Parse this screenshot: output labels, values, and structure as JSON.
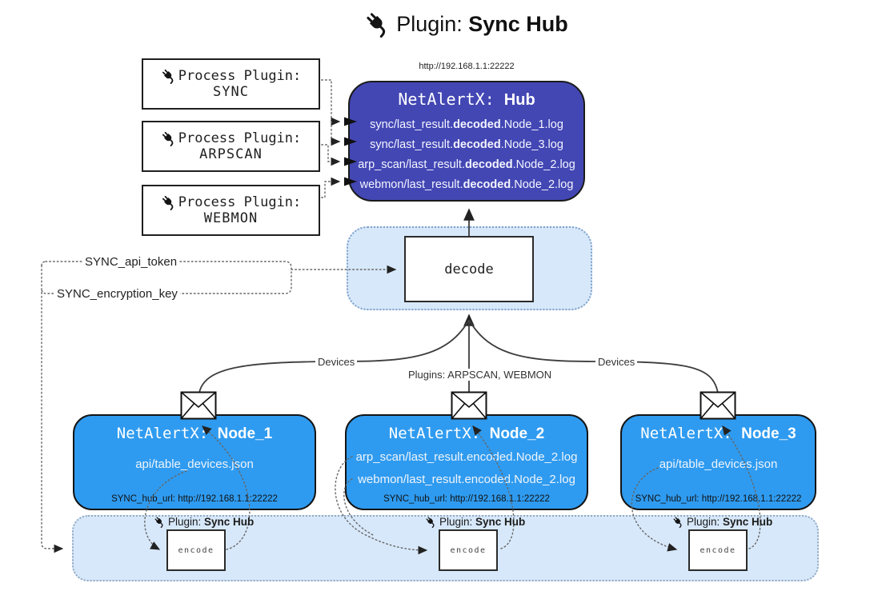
{
  "title": {
    "prefix": "Plugin:",
    "name": "Sync Hub"
  },
  "colors": {
    "hub_box": "#4347b4",
    "node_box": "#2f9bf0",
    "panel": "#d7e8fa",
    "ink": "#1a1a1a"
  },
  "icons": {
    "plug": "plug-icon",
    "envelope": "envelope-icon"
  },
  "process_plugins": [
    {
      "label": "Process Plugin:",
      "name": "SYNC"
    },
    {
      "label": "Process Plugin:",
      "name": "ARPSCAN"
    },
    {
      "label": "Process Plugin:",
      "name": "WEBMON"
    }
  ],
  "hub": {
    "url": "http://192.168.1.1:22222",
    "title_prefix": "NetAlertX: ",
    "title_name": "Hub",
    "files": [
      {
        "pre": "sync/last_result.",
        "bold": "decoded",
        "post": ".Node_1.log"
      },
      {
        "pre": "sync/last_result.",
        "bold": "decoded",
        "post": ".Node_3.log"
      },
      {
        "pre": "arp_scan/last_result.",
        "bold": "decoded",
        "post": ".Node_2.log"
      },
      {
        "pre": "webmon/last_result.",
        "bold": "decoded",
        "post": ".Node_2.log"
      }
    ]
  },
  "decode": {
    "label": "decode"
  },
  "keys": {
    "api_token": "SYNC_api_token",
    "encryption_key": "SYNC_encryption_key"
  },
  "edges": {
    "devices_left": "Devices",
    "plugins_center": "Plugins: ARPSCAN, WEBMON",
    "devices_right": "Devices"
  },
  "nodes": [
    {
      "title_prefix": "NetAlertX: ",
      "title_name": "Node_1",
      "files": [
        "api/table_devices.json"
      ],
      "hub_url": "SYNC_hub_url: http://192.168.1.1:22222"
    },
    {
      "title_prefix": "NetAlertX: ",
      "title_name": "Node_2",
      "files": [
        "arp_scan/last_result.encoded.Node_2.log",
        "webmon/last_result.encoded.Node_2.log"
      ],
      "hub_url": "SYNC_hub_url: http://192.168.1.1:22222"
    },
    {
      "title_prefix": "NetAlertX: ",
      "title_name": "Node_3",
      "files": [
        "api/table_devices.json"
      ],
      "hub_url": "SYNC_hub_url: http://192.168.1.1:22222"
    }
  ],
  "bottom_bar": {
    "plugin_prefix": "Plugin: ",
    "plugin_name": "Sync Hub",
    "encode_label": "encode"
  }
}
